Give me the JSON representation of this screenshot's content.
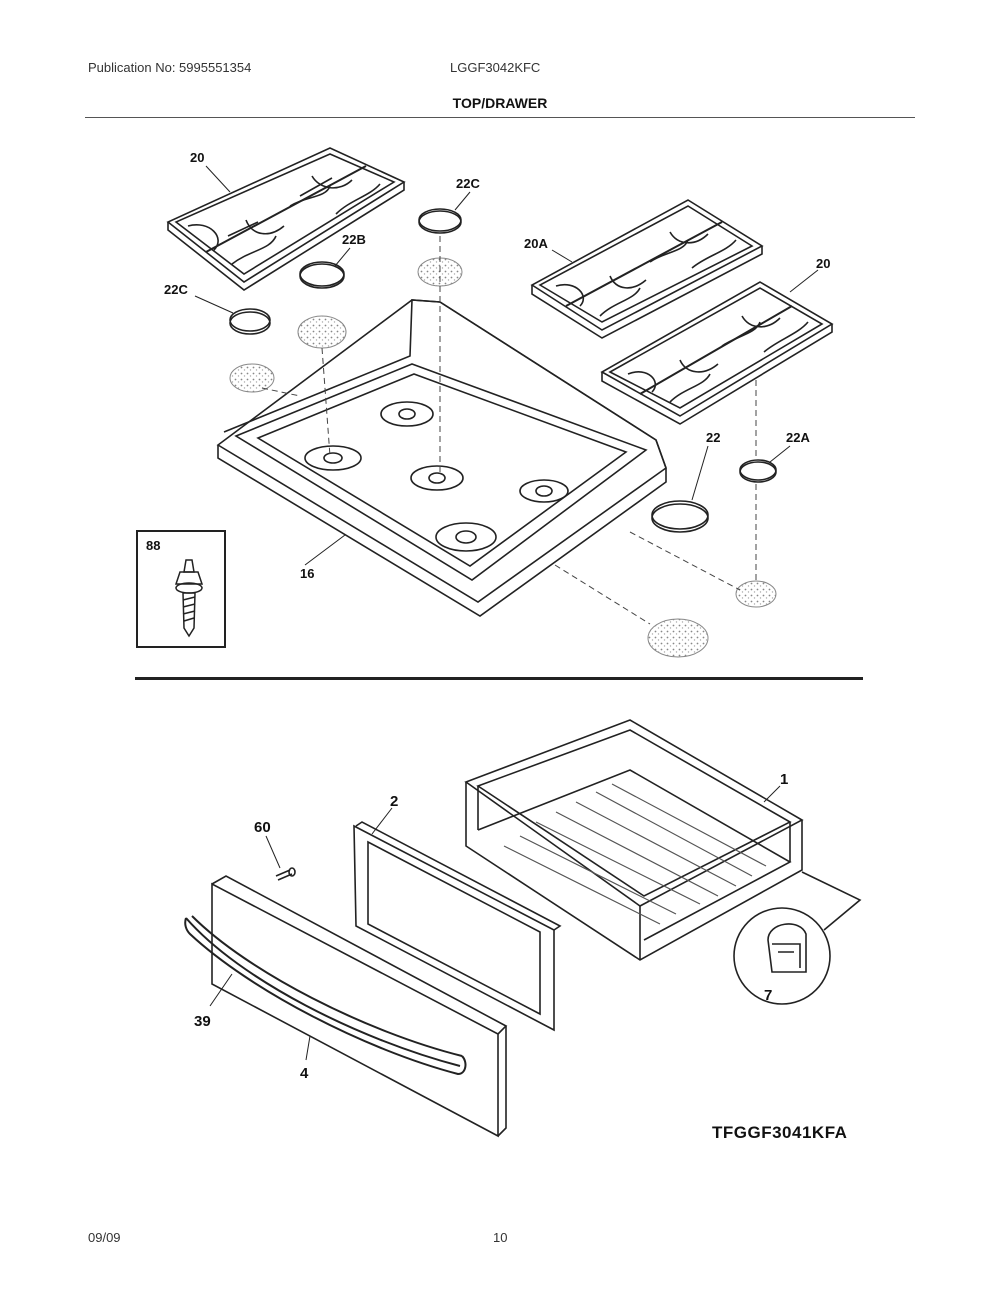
{
  "header": {
    "publication": "Publication No: 5995551354",
    "model": "LGGF3042KFC",
    "section_title": "TOP/DRAWER"
  },
  "diagram_code": "TFGGF3041KFA",
  "footer": {
    "date": "09/09",
    "page": "10"
  },
  "labels": {
    "l20_left": "20",
    "l22c_top": "22C",
    "l22b": "22B",
    "l22c_left": "22C",
    "l20a": "20A",
    "l20_right": "20",
    "l22": "22",
    "l22a": "22A",
    "l88": "88",
    "l16": "16",
    "l2": "2",
    "l1": "1",
    "l60": "60",
    "l39": "39",
    "l4": "4",
    "l7": "7"
  }
}
